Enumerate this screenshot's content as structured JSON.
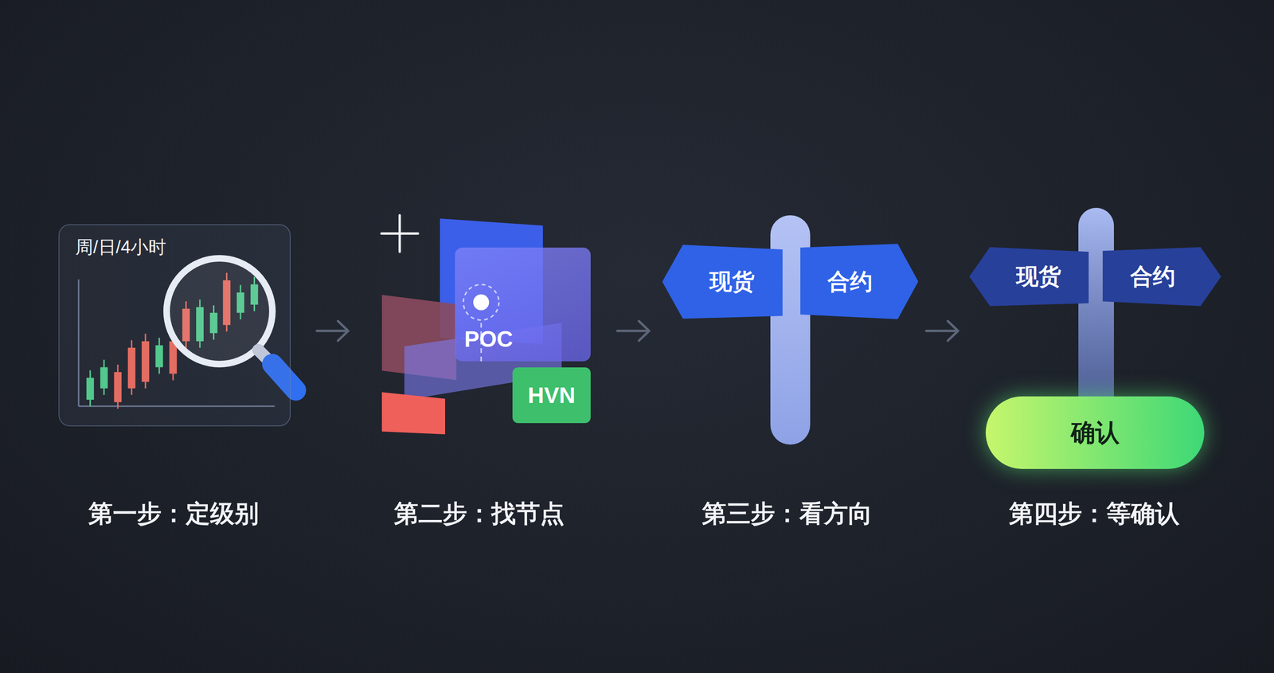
{
  "diagram": {
    "nodes": [
      {
        "text": [
          "周/日/4小时"
        ]
      },
      {
        "text": [
          "POC"
        ]
      },
      {
        "text": [
          "HVN"
        ]
      },
      {
        "text": [
          "现货"
        ]
      },
      {
        "text": [
          "合约"
        ]
      },
      {
        "text": [
          "现货"
        ]
      },
      {
        "text": [
          "合约"
        ]
      },
      {
        "text": [
          "确认"
        ]
      }
    ],
    "labels": [
      "第一步：定级别",
      "第二步：找节点",
      "第三步：看方向",
      "第四步：等确认"
    ]
  }
}
